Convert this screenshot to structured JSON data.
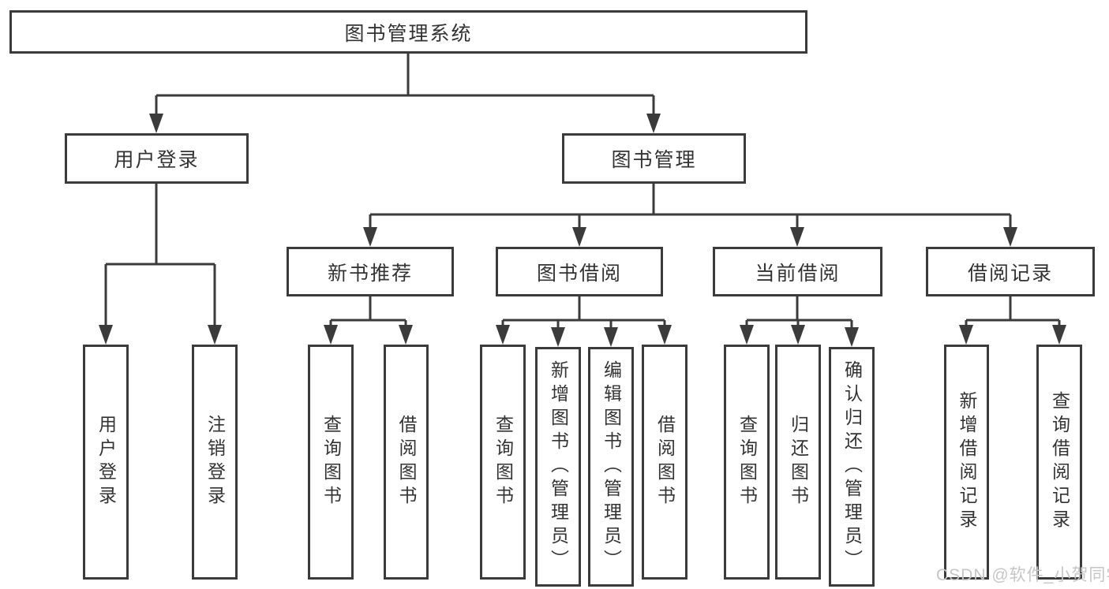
{
  "diagram": {
    "title": "图书管理系统",
    "branches": [
      {
        "label": "用户登录",
        "children": [
          {
            "label": "用户登录"
          },
          {
            "label": "注销登录"
          }
        ]
      },
      {
        "label": "图书管理",
        "children": [
          {
            "label": "新书推荐",
            "children": [
              {
                "label": "查询图书"
              },
              {
                "label": "借阅图书"
              }
            ]
          },
          {
            "label": "图书借阅",
            "children": [
              {
                "label": "查询图书"
              },
              {
                "label": "新增图书（管理员）"
              },
              {
                "label": "编辑图书（管理员）"
              },
              {
                "label": "借阅图书"
              }
            ]
          },
          {
            "label": "当前借阅",
            "children": [
              {
                "label": "查询图书"
              },
              {
                "label": "归还图书"
              },
              {
                "label": "确认归还（管理员）"
              }
            ]
          },
          {
            "label": "借阅记录",
            "children": [
              {
                "label": "新增借阅记录"
              },
              {
                "label": "查询借阅记录"
              }
            ]
          }
        ]
      }
    ]
  },
  "watermark": "CSDN @软件_小贺同学",
  "colors": {
    "line": "#3b3b3b",
    "text": "#333333",
    "watermark": "#c6c6c6",
    "background": "#ffffff"
  }
}
